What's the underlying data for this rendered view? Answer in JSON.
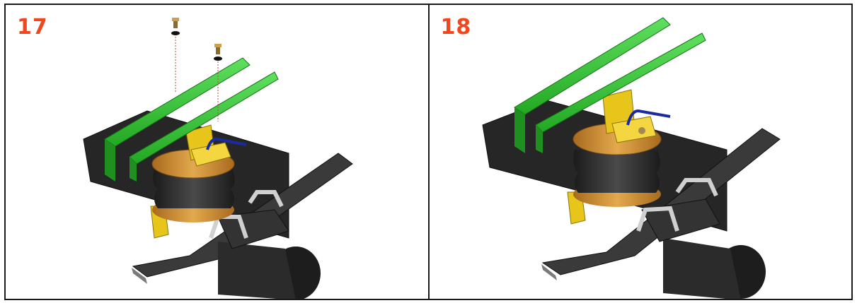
{
  "panels": [
    {
      "step": "17"
    },
    {
      "step": "18"
    }
  ],
  "colors": {
    "step_number": "#f4461c",
    "frame_rail": "#3cc43c",
    "bracket": "#e7c51a",
    "air_bellow": "#2a2a2a",
    "bellow_plate": "#c68a2e",
    "leaf_spring": "#3a3a3a",
    "air_line": "#1a2aa0",
    "border": "#1a1a1a"
  },
  "icons": [
    "bolt-icon",
    "washer-icon",
    "air-spring-assembly-illustration"
  ]
}
